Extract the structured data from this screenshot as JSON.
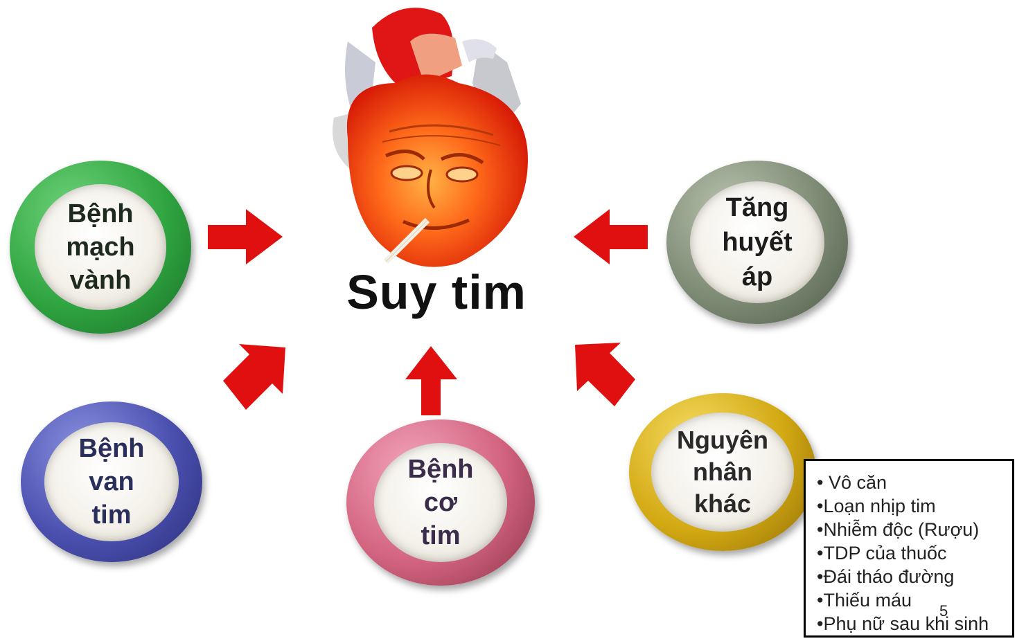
{
  "center": {
    "title": "Suy tim"
  },
  "causes": {
    "coronary": [
      "Bệnh",
      "mạch",
      "vành"
    ],
    "hypertension": [
      "Tăng",
      "huyết",
      "áp"
    ],
    "valve": [
      "Bệnh",
      "van",
      "tim"
    ],
    "cardiomyopathy": [
      "Bệnh",
      "cơ",
      "tim"
    ],
    "other": [
      "Nguyên",
      "nhân",
      "khác"
    ]
  },
  "other_causes_list": [
    "• Vô căn",
    "•Loạn nhịp tim",
    "•Nhiễm độc (Rượu)",
    "•TDP của thuốc",
    "•Đái tháo đường",
    "•Thiếu máu",
    "•Phụ nữ sau khi sinh"
  ],
  "page_number": "5",
  "colors": {
    "arrow": "#e01010",
    "coronary_ring": "#2fa540",
    "hypertension_ring": "#7d8a74",
    "valve_ring": "#4a4fae",
    "cardiomyopathy_ring": "#d2637f",
    "other_ring": "#d2a812"
  }
}
